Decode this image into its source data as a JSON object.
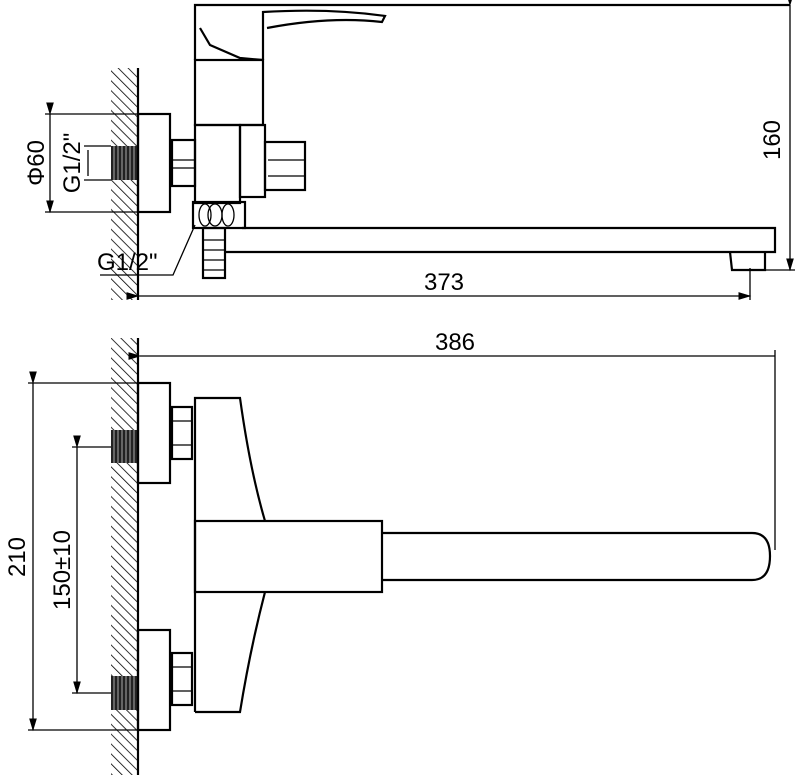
{
  "drawing": {
    "side_view": {
      "height_dim": "160",
      "spout_reach_dim": "373",
      "flange_diameter_dim": "Φ60",
      "inlet_thread_dim": "G1/2\"",
      "outlet_thread_dim": "G1/2\""
    },
    "top_view": {
      "overall_length_dim": "386",
      "overall_width_dim": "210",
      "inlet_spacing_dim": "150±10"
    },
    "line_color": "#000000",
    "background_color": "#ffffff"
  }
}
